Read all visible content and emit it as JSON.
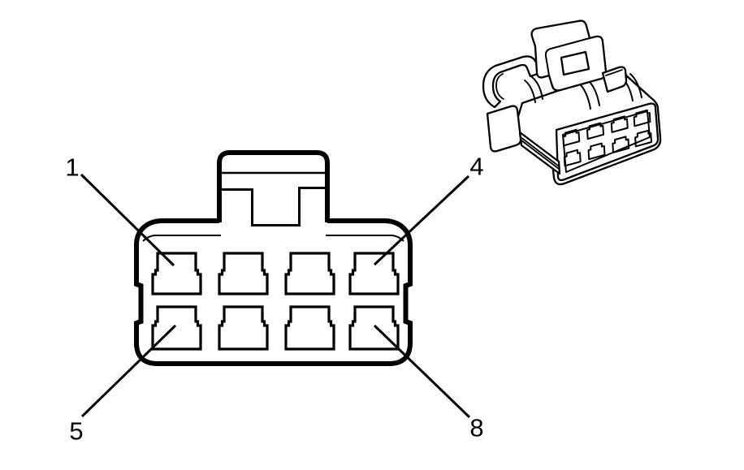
{
  "page": {
    "background_color": "#ffffff",
    "line_color": "#000000"
  },
  "diagram": {
    "subject": "8-way electrical connector pinout",
    "front_view": {
      "cavity_rows": 2,
      "cavity_columns": 4,
      "total_cavities": 8
    },
    "perspective_view": {
      "cavity_rows": 2,
      "cavity_columns": 4
    },
    "pin_labels": [
      {
        "value": "1",
        "position": "top-left"
      },
      {
        "value": "4",
        "position": "top-right"
      },
      {
        "value": "5",
        "position": "bottom-left"
      },
      {
        "value": "8",
        "position": "bottom-right"
      }
    ]
  }
}
